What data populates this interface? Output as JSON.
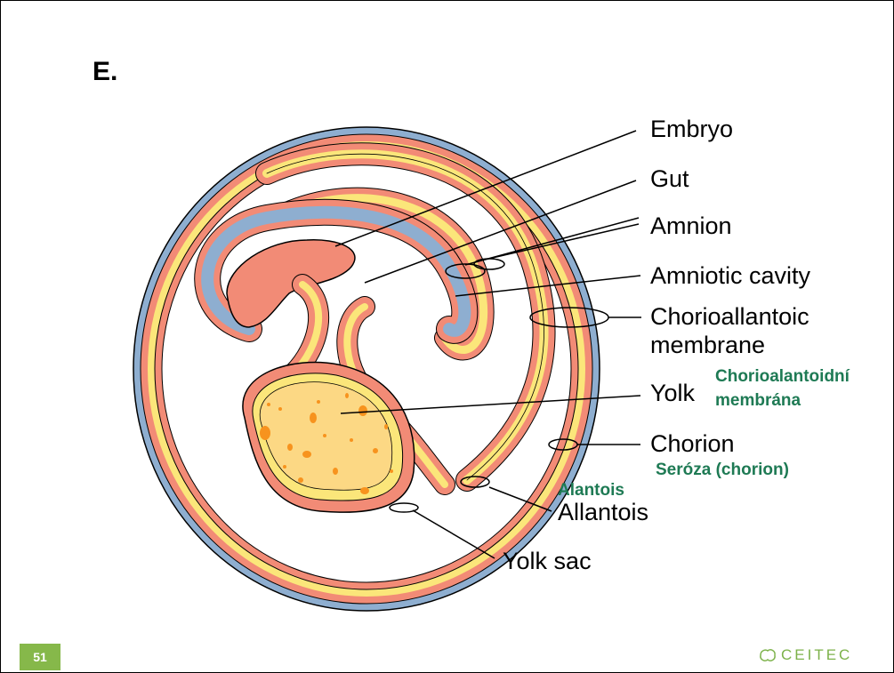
{
  "slide": {
    "letter": "E.",
    "page_number": "51"
  },
  "labels": {
    "embryo": "Embryo",
    "gut": "Gut",
    "amnion": "Amnion",
    "amniotic_cavity": "Amniotic cavity",
    "chorioallantoic_line1": "Chorioallantoic",
    "chorioallantoic_line2": "membrane",
    "yolk": "Yolk",
    "chorion": "Chorion",
    "allantois": "Allantois",
    "yolk_sac": "Yolk sac"
  },
  "czech_labels": {
    "chorioalantoidni_line1": "Chorioalantoidní",
    "chorioalantoidni_line2": "membrána",
    "seroza": "Seróza (chorion)",
    "alantois": "Alantois"
  },
  "logo": {
    "text": "CEITEC"
  },
  "colors": {
    "salmon": "#f28b76",
    "blue": "#8eaed0",
    "yellow": "#fbe67a",
    "yolk_fill": "#fcd884",
    "yolk_spot": "#f7931e",
    "czech_green": "#1e7a54",
    "page_badge": "#86b84a"
  }
}
